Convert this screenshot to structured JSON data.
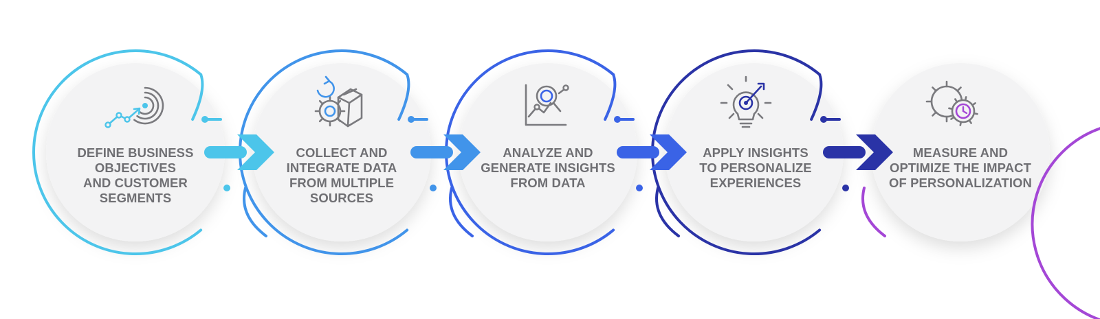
{
  "steps": [
    {
      "label_lines": [
        "DEFINE BUSINESS",
        "OBJECTIVES",
        "AND CUSTOMER",
        "SEGMENTS"
      ],
      "icon": "target-growth-icon",
      "color": "#4cc5ea"
    },
    {
      "label_lines": [
        "COLLECT AND",
        "INTEGRATE DATA",
        "FROM MULTIPLE",
        "SOURCES"
      ],
      "icon": "gear-box-sync-icon",
      "color": "#4194ea"
    },
    {
      "label_lines": [
        "ANALYZE AND",
        "GENERATE INSIGHTS",
        "FROM DATA"
      ],
      "icon": "chart-magnifier-icon",
      "color": "#3a63e6"
    },
    {
      "label_lines": [
        "APPLY INSIGHTS",
        "TO PERSONALIZE",
        "EXPERIENCES"
      ],
      "icon": "lightbulb-target-icon",
      "color": "#2a33a6"
    },
    {
      "label_lines": [
        "MEASURE AND",
        "OPTIMIZE THE IMPACT",
        "OF PERSONALIZATION"
      ],
      "icon": "gears-clock-icon",
      "color": "#a447d6"
    }
  ],
  "arrow_colors": [
    "#4cc5ea",
    "#4194ea",
    "#3a63e6",
    "#2a33a6"
  ],
  "icon_stroke_color": "#7a7a7e"
}
